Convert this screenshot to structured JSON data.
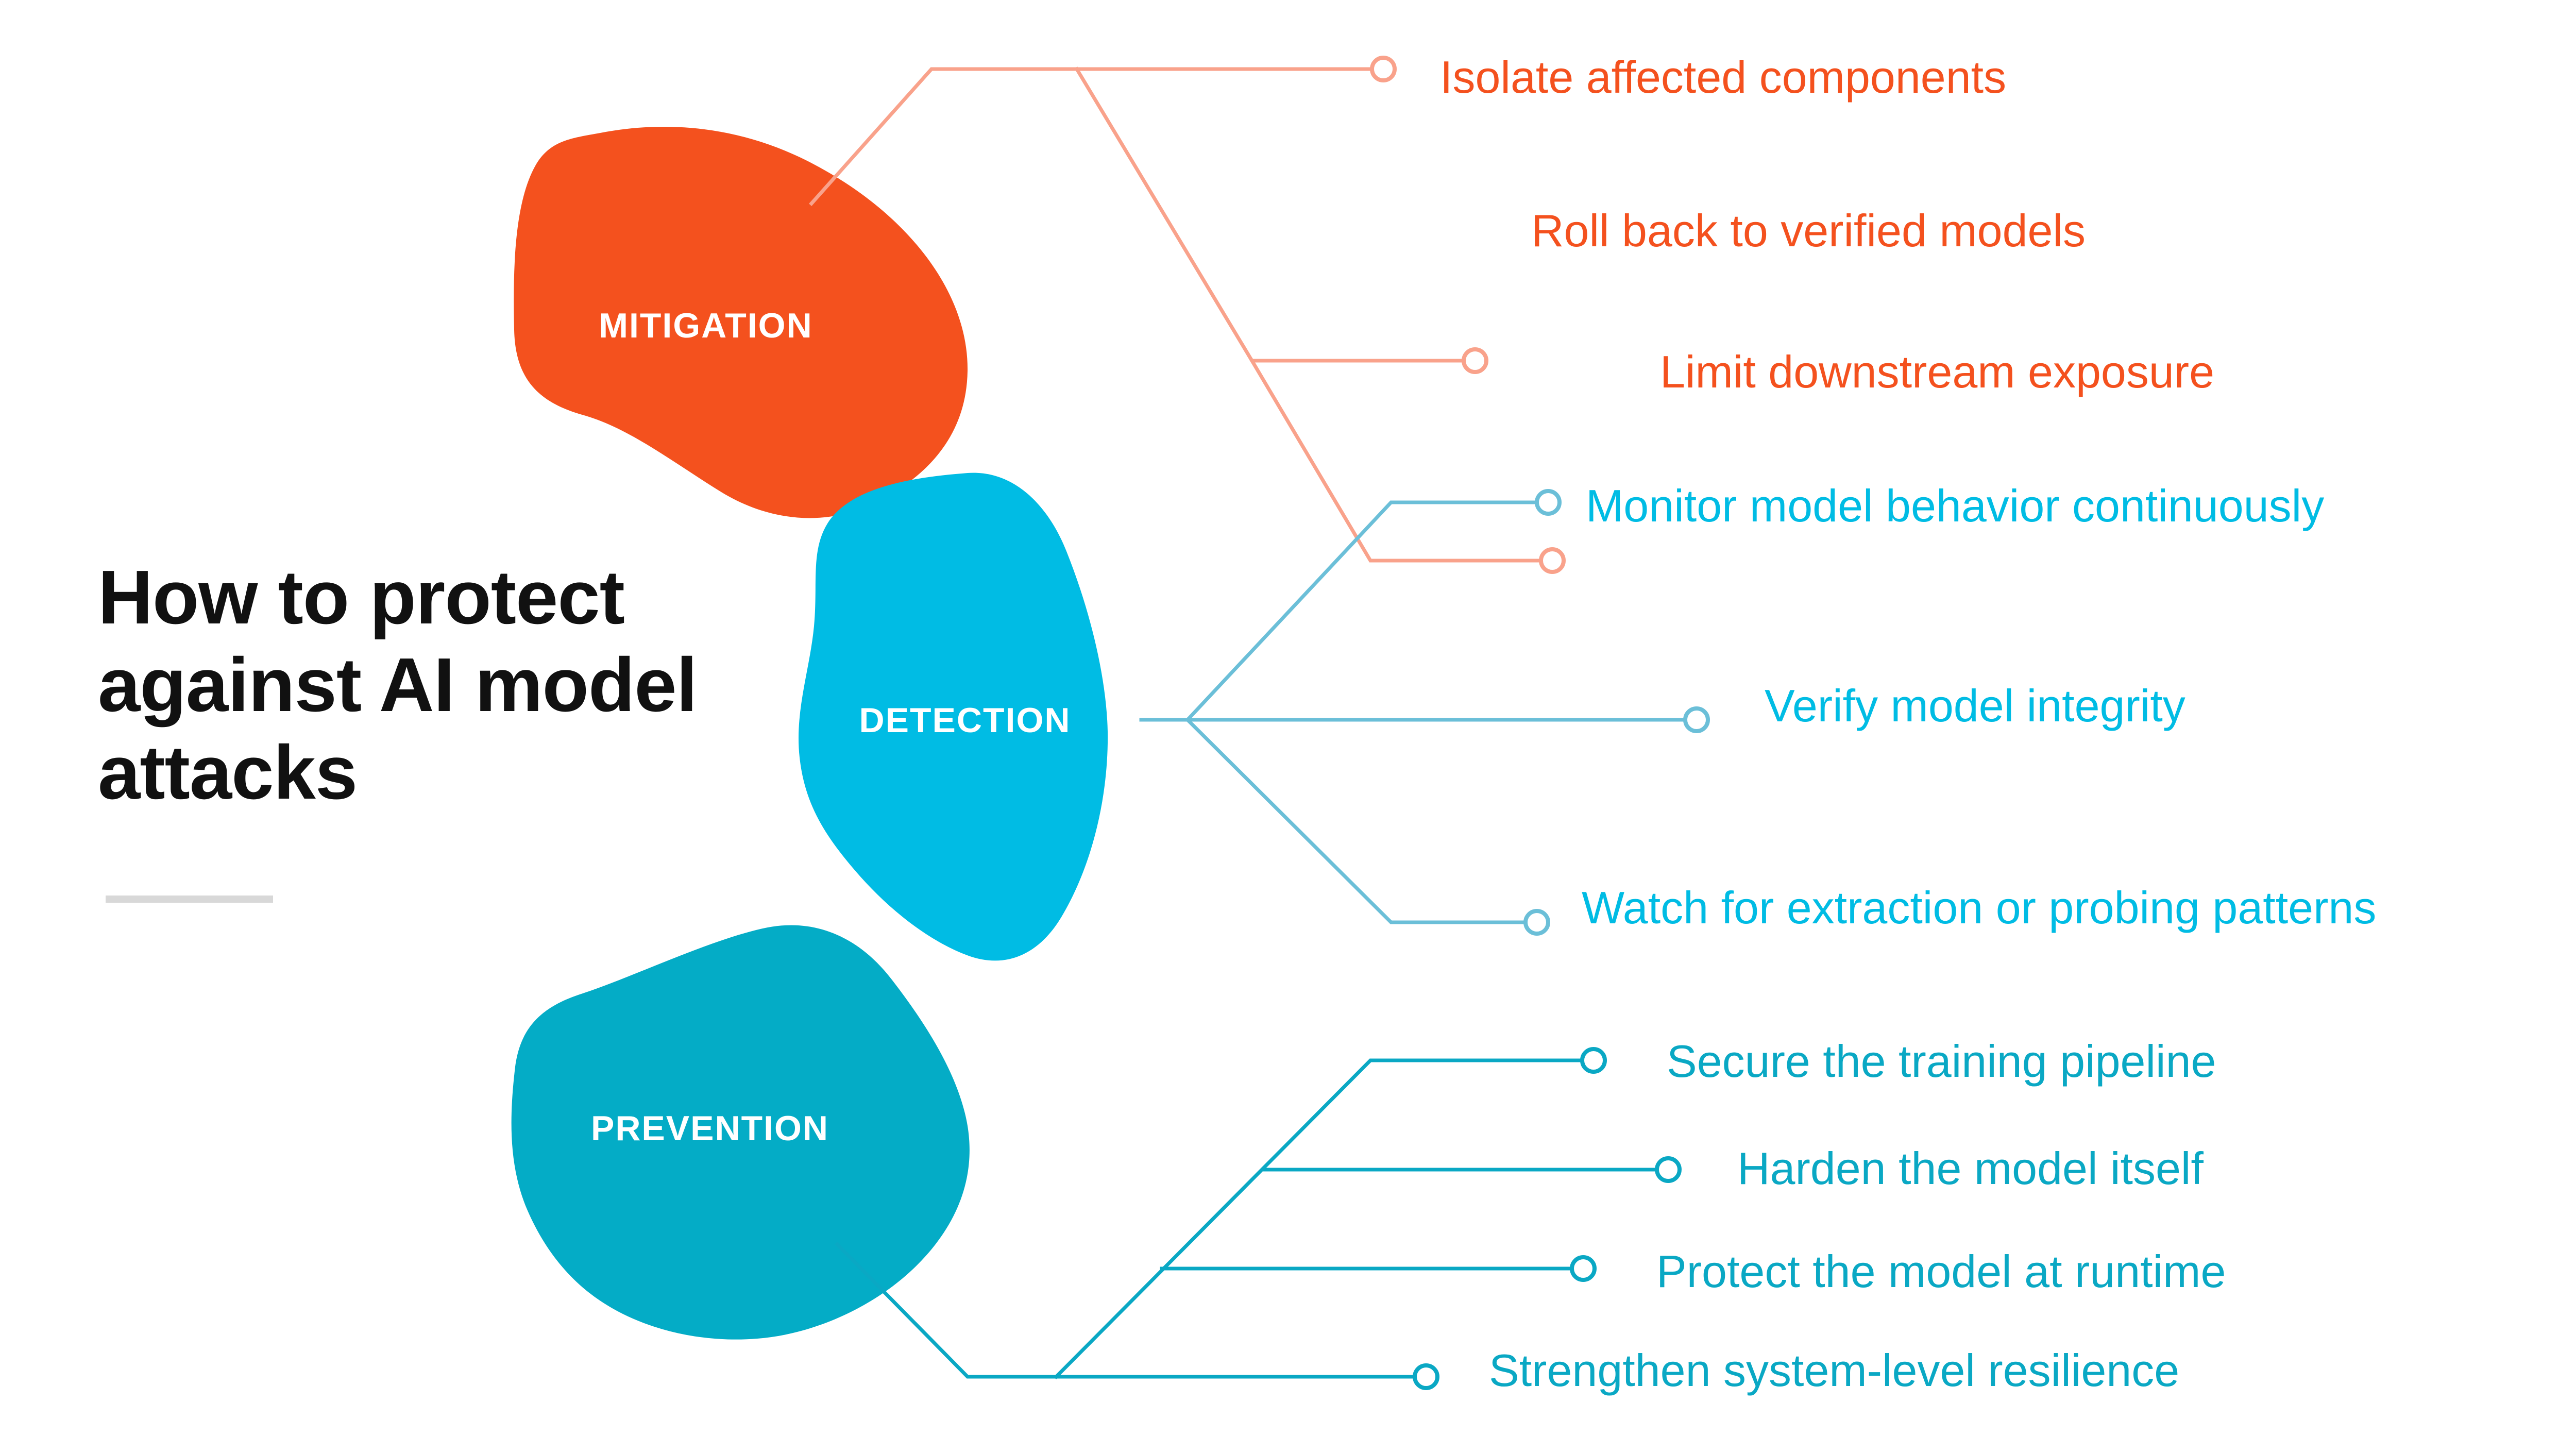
{
  "title": {
    "lines": [
      "How to protect",
      "against AI model",
      "attacks"
    ]
  },
  "colors": {
    "mitigation": "#F4511E",
    "mitigation_line": "#F9A28B",
    "detection": "#00BCE4",
    "detection_line": "#6BBFD8",
    "prevention": "#04ACC6",
    "prevention_line": "#0AA8C4",
    "title_text": "#111111",
    "divider": "#D8D8D8",
    "background": "#FFFFFF"
  },
  "nodes": {
    "mitigation": {
      "label": "MITIGATION"
    },
    "detection": {
      "label": "DETECTION"
    },
    "prevention": {
      "label": "PREVENTION"
    }
  },
  "branches": {
    "mitigation": [
      "Isolate affected components",
      "Roll back to verified models",
      "Limit downstream exposure"
    ],
    "detection": [
      "Monitor model behavior continuously",
      "Verify model integrity",
      "Watch for extraction or probing patterns"
    ],
    "prevention": [
      "Secure the training pipeline",
      "Harden the model itself",
      "Protect the model at runtime",
      "Strengthen system-level resilience"
    ]
  },
  "chart_data": {
    "type": "diagram",
    "diagram_kind": "mind-map",
    "title": "How to protect against AI model attacks",
    "groups": [
      {
        "name": "MITIGATION",
        "color": "#F4511E",
        "items": [
          "Isolate affected components",
          "Roll back to verified models",
          "Limit downstream exposure"
        ]
      },
      {
        "name": "DETECTION",
        "color": "#00BCE4",
        "items": [
          "Monitor model behavior continuously",
          "Verify model integrity",
          "Watch for extraction or probing patterns"
        ]
      },
      {
        "name": "PREVENTION",
        "color": "#04ACC6",
        "items": [
          "Secure the training pipeline",
          "Harden the model itself",
          "Protect the model at runtime",
          "Strengthen system-level resilience"
        ]
      }
    ]
  }
}
